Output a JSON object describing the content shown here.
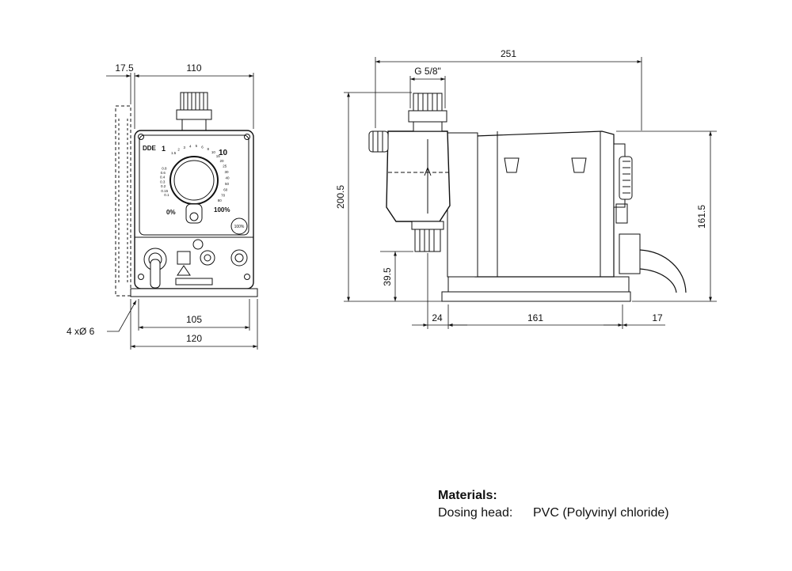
{
  "dimensions": {
    "side_offset": "17.5",
    "front_width_top": "110",
    "overall_length": "251",
    "thread": "G 5/8\"",
    "overall_height": "200.5",
    "base_height": "161.5",
    "outlet_height": "39.5",
    "hole_spacing": "105",
    "base_width": "120",
    "holes": "4 xØ 6",
    "rear_offset": "24",
    "base_length": "161",
    "front_overhang": "17"
  },
  "front_panel": {
    "model": "DDE",
    "scale_min": "1",
    "scale_max": "10",
    "pct_min": "0%",
    "pct_max": "100%",
    "button_label": "100%",
    "scale_ticks": [
      "1.5",
      "2",
      "3",
      "4",
      "5",
      "6",
      "8",
      "10",
      "15",
      "20",
      "25",
      "30",
      "40",
      "50",
      "60",
      "70",
      "80"
    ],
    "pct_ticks": [
      "0.8",
      "0.6",
      "0.4",
      "0.3",
      "0.2",
      "0.15",
      "0.1"
    ]
  },
  "materials": {
    "heading": "Materials:",
    "items": [
      {
        "label": "Dosing head:",
        "value": "PVC (Polyvinyl chloride)"
      }
    ]
  }
}
